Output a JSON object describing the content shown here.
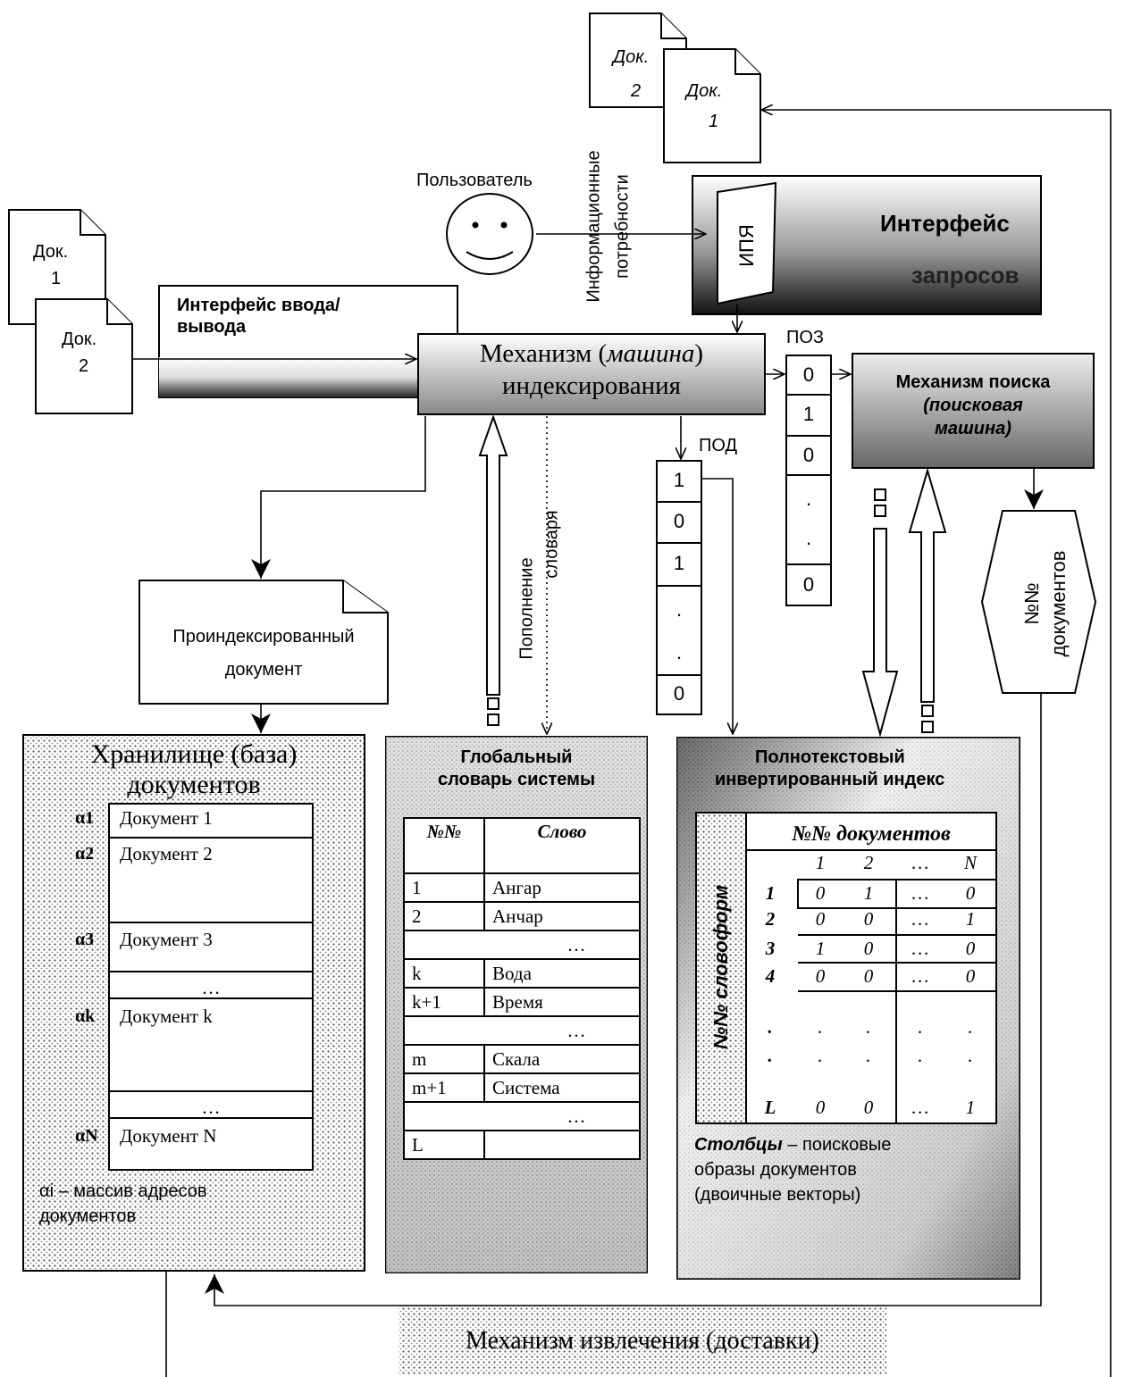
{
  "doc_top": {
    "label_a": "Док.",
    "num_2": "2",
    "num_1": "1"
  },
  "doc_left": {
    "label": "Док.",
    "num_1": "1",
    "num_2": "2"
  },
  "user_label": "Пользователь",
  "info_needs": [
    "Информационные",
    "потребности"
  ],
  "query_interface": {
    "title_1": "Интерфейс",
    "title_2": "запросов",
    "ipya": "ИПЯ"
  },
  "io_interface": {
    "title_1": "Интерфейс ввода/",
    "title_2": "вывода"
  },
  "indexing": {
    "line1_a": "Механизм (",
    "line1_em": "машина",
    "line1_b": ")",
    "line2": "индексирования"
  },
  "poz_label": "ПОЗ",
  "poz_cells": [
    "0",
    "1",
    "0",
    ".",
    ".",
    "0"
  ],
  "pod_label": "ПОД",
  "pod_cells": [
    "1",
    "0",
    "1",
    ".",
    ".",
    "0"
  ],
  "search": {
    "line1": "Механизм поиска",
    "line2": "(поисковая",
    "line3": "машина)"
  },
  "doc_numbers": [
    "№№",
    "документов"
  ],
  "dict_update": [
    "Пополнение",
    "словаря"
  ],
  "indexed_doc": {
    "line1": "Проиндексированный",
    "line2": "документ"
  },
  "storage": {
    "title_1": "Хранилище (база)",
    "title_2": "документов",
    "addr": [
      "α1",
      "α2",
      "α3",
      "αk",
      "αN"
    ],
    "rows": [
      "Документ 1",
      "Документ 2",
      "Документ 3",
      "…",
      "Документ k",
      "…",
      "Документ N"
    ],
    "note_1": "αi – массив адресов",
    "note_2": "документов"
  },
  "dictionary": {
    "title_1": "Глобальный",
    "title_2": "словарь системы",
    "head": [
      "№№",
      "Слово"
    ],
    "rows": [
      [
        "1",
        "Ангар"
      ],
      [
        "2",
        "Анчар"
      ],
      [
        "",
        "…"
      ],
      [
        "k",
        "Вода"
      ],
      [
        "k+1",
        "Время"
      ],
      [
        "",
        "…"
      ],
      [
        "m",
        "Скала"
      ],
      [
        "m+1",
        "Система"
      ],
      [
        "",
        "…"
      ],
      [
        "L",
        ""
      ]
    ]
  },
  "inverted": {
    "title_1": "Полнотекстовый",
    "title_2": "инвертированный индекс",
    "side": "№№ словоформ",
    "doc_head": "№№ документов",
    "col_heads": [
      "1",
      "2",
      "…",
      "N"
    ],
    "rows": [
      [
        "1",
        "0",
        "1",
        "…",
        "0"
      ],
      [
        "2",
        "0",
        "0",
        "…",
        "1"
      ],
      [
        "3",
        "1",
        "0",
        "…",
        "0"
      ],
      [
        "4",
        "0",
        "0",
        "…",
        "0"
      ],
      [
        ".",
        ".",
        ".",
        ".",
        "."
      ],
      [
        ".",
        ".",
        ".",
        ".",
        "."
      ],
      [
        "L",
        "0",
        "0",
        "…",
        "1"
      ]
    ],
    "note_em": "Столбцы",
    "note_1": " – поисковые",
    "note_2": "образы документов",
    "note_3": "(двоичные векторы)"
  },
  "retrieval": "Механизм извлечения (доставки)"
}
